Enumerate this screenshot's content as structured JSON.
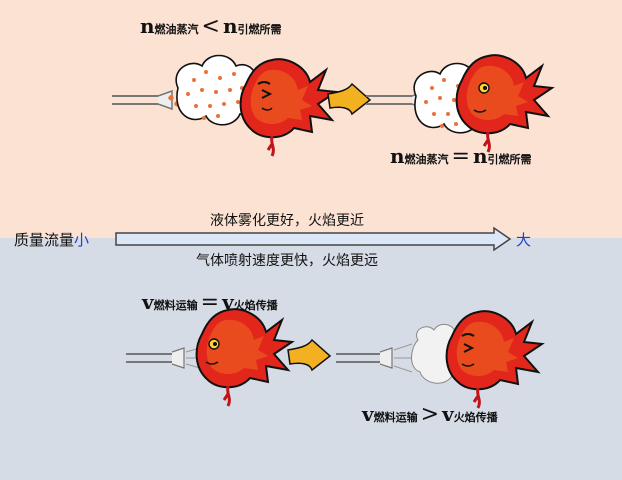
{
  "top": {
    "eq_before": {
      "sym": "n",
      "sub": "燃油蒸汽",
      "op": "<",
      "sym2": "n",
      "sub2": "引燃所需"
    },
    "eq_after": {
      "sym": "n",
      "sub": "燃油蒸汽",
      "op": "=",
      "sym2": "n",
      "sub2": "引燃所需"
    }
  },
  "axis": {
    "label_left": "质量流量",
    "small": "小",
    "big": "大",
    "note_above": "液体雾化更好，火焰更近",
    "note_below": "气体喷射速度更快，火焰更远"
  },
  "bottom": {
    "eq_before": {
      "sym": "v",
      "sub": "燃料运输",
      "op": "=",
      "sym2": "v",
      "sub2": "火焰传播"
    },
    "eq_after": {
      "sym": "v",
      "sub": "燃料运输",
      "op": ">",
      "sym2": "v",
      "sub2": "火焰传播"
    }
  },
  "colors": {
    "top_bg": "#fbe2d3",
    "bottom_bg": "#d6dce5",
    "flame_red": "#e3261c",
    "flame_orange": "#f06a21",
    "arrow_orange": "#f3b021",
    "axis_blue": "#dbe6f6",
    "small_blue": "#1f3fd6"
  }
}
